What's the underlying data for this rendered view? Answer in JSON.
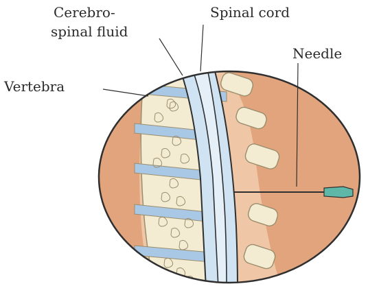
{
  "labels": {
    "csf_line1": "Cerebro-",
    "csf_line2": "spinal fluid",
    "spinal_cord": "Spinal cord",
    "needle": "Needle",
    "vertebra": "Vertebra"
  },
  "colors": {
    "tissue": "#e2a47c",
    "tissue_light": "#efc7a7",
    "bone": "#f3ecd2",
    "bone_edge": "#9a8d6c",
    "disc": "#a9c8e6",
    "canal": "#cfe3f3",
    "cord": "#e4eff8",
    "outline": "#2f2f2f",
    "needle_tip": "#5fb7a8"
  }
}
